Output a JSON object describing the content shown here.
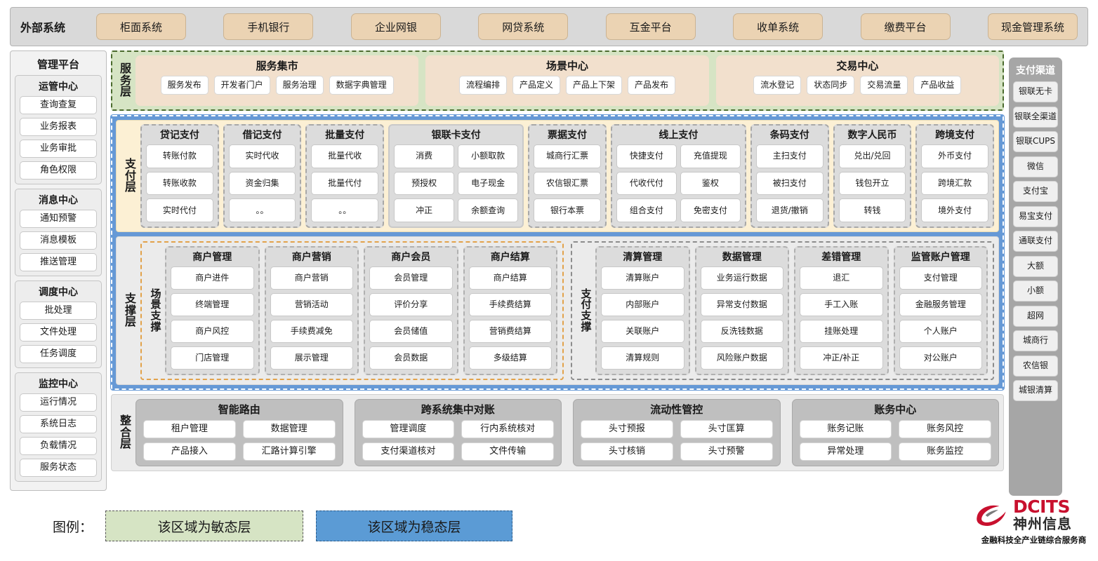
{
  "external": {
    "title": "外部系统",
    "items": [
      "柜面系统",
      "手机银行",
      "企业网银",
      "网贷系统",
      "互金平台",
      "收单系统",
      "缴费平台",
      "现金管理系统"
    ]
  },
  "admin_platform": {
    "title": "管理平台",
    "groups": [
      {
        "title": "运管中心",
        "items": [
          "查询查复",
          "业务报表",
          "业务审批",
          "角色权限"
        ]
      },
      {
        "title": "消息中心",
        "items": [
          "通知预警",
          "消息模板",
          "推送管理"
        ]
      },
      {
        "title": "调度中心",
        "items": [
          "批处理",
          "文件处理",
          "任务调度"
        ]
      },
      {
        "title": "监控中心",
        "items": [
          "运行情况",
          "系统日志",
          "负载情况",
          "服务状态"
        ]
      }
    ]
  },
  "payment_channel": {
    "title": "支付渠道",
    "items": [
      "银联无卡",
      "银联全渠道",
      "银联CUPS",
      "微信",
      "支付宝",
      "易宝支付",
      "通联支付",
      "大额",
      "小额",
      "超网",
      "城商行",
      "农信银",
      "城银清算"
    ]
  },
  "service_layer": {
    "label": "服务层",
    "groups": [
      {
        "title": "服务集市",
        "items": [
          "服务发布",
          "开发者门户",
          "服务治理",
          "数据字典管理"
        ]
      },
      {
        "title": "场景中心",
        "items": [
          "流程编排",
          "产品定义",
          "产品上下架",
          "产品发布"
        ]
      },
      {
        "title": "交易中心",
        "items": [
          "流水登记",
          "状态同步",
          "交易流量",
          "产品收益"
        ]
      }
    ]
  },
  "payment_layer": {
    "label": "支付层",
    "groups": [
      {
        "title": "贷记支付",
        "cols": 1,
        "style": "dashed",
        "items": [
          "转账付款",
          "转账收款",
          "实时代付"
        ]
      },
      {
        "title": "借记支付",
        "cols": 1,
        "style": "dashed",
        "items": [
          "实时代收",
          "资金归集",
          "。。"
        ]
      },
      {
        "title": "批量支付",
        "cols": 1,
        "style": "dashed",
        "items": [
          "批量代收",
          "批量代付",
          "。。"
        ]
      },
      {
        "title": "银联卡支付",
        "cols": 2,
        "style": "solid",
        "items": [
          "消费",
          "小额取款",
          "预授权",
          "电子现金",
          "冲正",
          "余额查询"
        ]
      },
      {
        "title": "票据支付",
        "cols": 1,
        "style": "dashed",
        "items": [
          "城商行汇票",
          "农信银汇票",
          "银行本票"
        ]
      },
      {
        "title": "线上支付",
        "cols": 2,
        "style": "dashed",
        "items": [
          "快捷支付",
          "充值提现",
          "代收代付",
          "鉴权",
          "组合支付",
          "免密支付"
        ]
      },
      {
        "title": "条码支付",
        "cols": 1,
        "style": "dashed",
        "items": [
          "主扫支付",
          "被扫支付",
          "退货/撤销"
        ]
      },
      {
        "title": "数字人民币",
        "cols": 1,
        "style": "dashed",
        "items": [
          "兑出/兑回",
          "钱包开立",
          "转钱"
        ]
      },
      {
        "title": "跨境支付",
        "cols": 1,
        "style": "dashed",
        "items": [
          "外币支付",
          "跨境汇款",
          "境外支付"
        ]
      }
    ]
  },
  "support_layer": {
    "label": "支撑层",
    "blocks": [
      {
        "label": "场景支撑",
        "groups": [
          {
            "title": "商户管理",
            "items": [
              "商户进件",
              "终端管理",
              "商户风控",
              "门店管理"
            ]
          },
          {
            "title": "商户营销",
            "items": [
              "商户营销",
              "营销活动",
              "手续费减免",
              "展示管理"
            ]
          },
          {
            "title": "商户会员",
            "items": [
              "会员管理",
              "评价分享",
              "会员储值",
              "会员数据"
            ]
          },
          {
            "title": "商户结算",
            "items": [
              "商户结算",
              "手续费结算",
              "营销费结算",
              "多级结算"
            ]
          }
        ]
      },
      {
        "label": "支付支撑",
        "groups": [
          {
            "title": "清算管理",
            "items": [
              "清算账户",
              "内部账户",
              "关联账户",
              "清算规则"
            ]
          },
          {
            "title": "数据管理",
            "items": [
              "业务运行数据",
              "异常支付数据",
              "反洗钱数据",
              "风险账户数据"
            ]
          },
          {
            "title": "差错管理",
            "items": [
              "退汇",
              "手工入账",
              "挂账处理",
              "冲正/补正"
            ]
          },
          {
            "title": "监管账户管理",
            "items": [
              "支付管理",
              "金融服务管理",
              "个人账户",
              "对公账户"
            ]
          }
        ]
      }
    ]
  },
  "integration_layer": {
    "label": "整合层",
    "groups": [
      {
        "title": "智能路由",
        "items": [
          "租户管理",
          "数据管理",
          "产品接入",
          "汇路计算引擎"
        ]
      },
      {
        "title": "跨系统集中对账",
        "items": [
          "管理调度",
          "行内系统核对",
          "支付渠道核对",
          "文件传输"
        ]
      },
      {
        "title": "流动性管控",
        "items": [
          "头寸预报",
          "头寸匡算",
          "头寸核销",
          "头寸预警"
        ]
      },
      {
        "title": "账务中心",
        "items": [
          "账务记账",
          "账务风控",
          "异常处理",
          "账务监控"
        ]
      }
    ]
  },
  "legend": {
    "label": "图例：",
    "agile": "该区域为敏态层",
    "stable": "该区域为稳态层",
    "agile_color": "#d6e4c4",
    "stable_color": "#5b9bd5"
  },
  "logo": {
    "en": "DCITS",
    "cn": "神州信息",
    "tagline": "金融科技全产业链综合服务商",
    "color": "#c8102e"
  }
}
